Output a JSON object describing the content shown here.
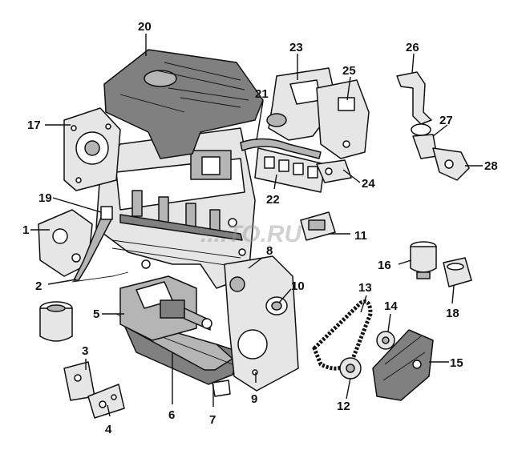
{
  "watermark": "....TO.RU",
  "callouts": [
    {
      "id": "c1",
      "text": "1"
    },
    {
      "id": "c2",
      "text": "2"
    },
    {
      "id": "c3",
      "text": "3"
    },
    {
      "id": "c4",
      "text": "4"
    },
    {
      "id": "c5",
      "text": "5"
    },
    {
      "id": "c6",
      "text": "6"
    },
    {
      "id": "c7",
      "text": "7"
    },
    {
      "id": "c8",
      "text": "8"
    },
    {
      "id": "c9",
      "text": "9"
    },
    {
      "id": "c10",
      "text": "10"
    },
    {
      "id": "c11",
      "text": "11"
    },
    {
      "id": "c12",
      "text": "12"
    },
    {
      "id": "c13",
      "text": "13"
    },
    {
      "id": "c14",
      "text": "14"
    },
    {
      "id": "c15",
      "text": "15"
    },
    {
      "id": "c16",
      "text": "16"
    },
    {
      "id": "c17",
      "text": "17"
    },
    {
      "id": "c18",
      "text": "18"
    },
    {
      "id": "c19",
      "text": "19"
    },
    {
      "id": "c20",
      "text": "20"
    },
    {
      "id": "c21",
      "text": "21"
    },
    {
      "id": "c22",
      "text": "22"
    },
    {
      "id": "c23",
      "text": "23"
    },
    {
      "id": "c24",
      "text": "24"
    },
    {
      "id": "c25",
      "text": "25"
    },
    {
      "id": "c26",
      "text": "26"
    },
    {
      "id": "c27",
      "text": "27"
    },
    {
      "id": "c28",
      "text": "28"
    }
  ]
}
